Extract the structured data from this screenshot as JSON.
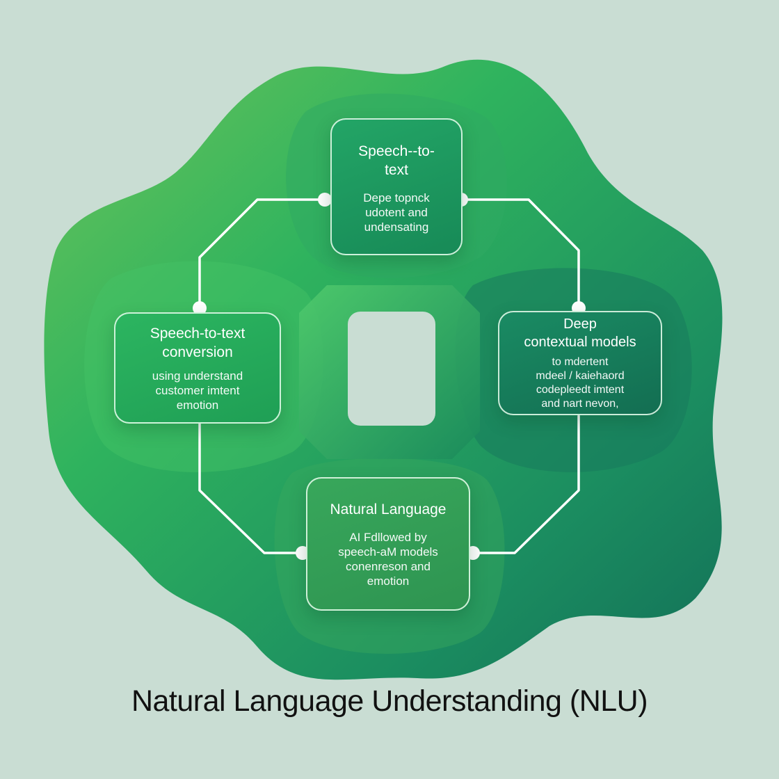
{
  "title": "Natural Language Understanding (NLU)",
  "colors": {
    "background": "#c9ddd3",
    "blob_light": "#4cc46a",
    "blob_dark": "#157a5c",
    "connector": "#ffffff"
  },
  "cards": {
    "top": {
      "title_lines": [
        "Speech--to-",
        "text"
      ],
      "body_lines": [
        "Depe topnck",
        "udotent and",
        "undensating"
      ]
    },
    "left": {
      "title_lines": [
        "Speech-to-text",
        "conversion"
      ],
      "body_lines": [
        "using understand",
        "customer imtent",
        "emotion"
      ]
    },
    "right": {
      "title_lines": [
        "Deep",
        "contextual models"
      ],
      "body_lines": [
        "to mdertent",
        "mdeel / kaiehaord",
        "codepleedt imtent",
        "and nart nevon,"
      ]
    },
    "bottom": {
      "title_lines": [
        "Natural Language"
      ],
      "body_lines": [
        "AI Fdllowed by",
        "speech-aM models",
        "conenreson and",
        "emotion"
      ]
    }
  }
}
